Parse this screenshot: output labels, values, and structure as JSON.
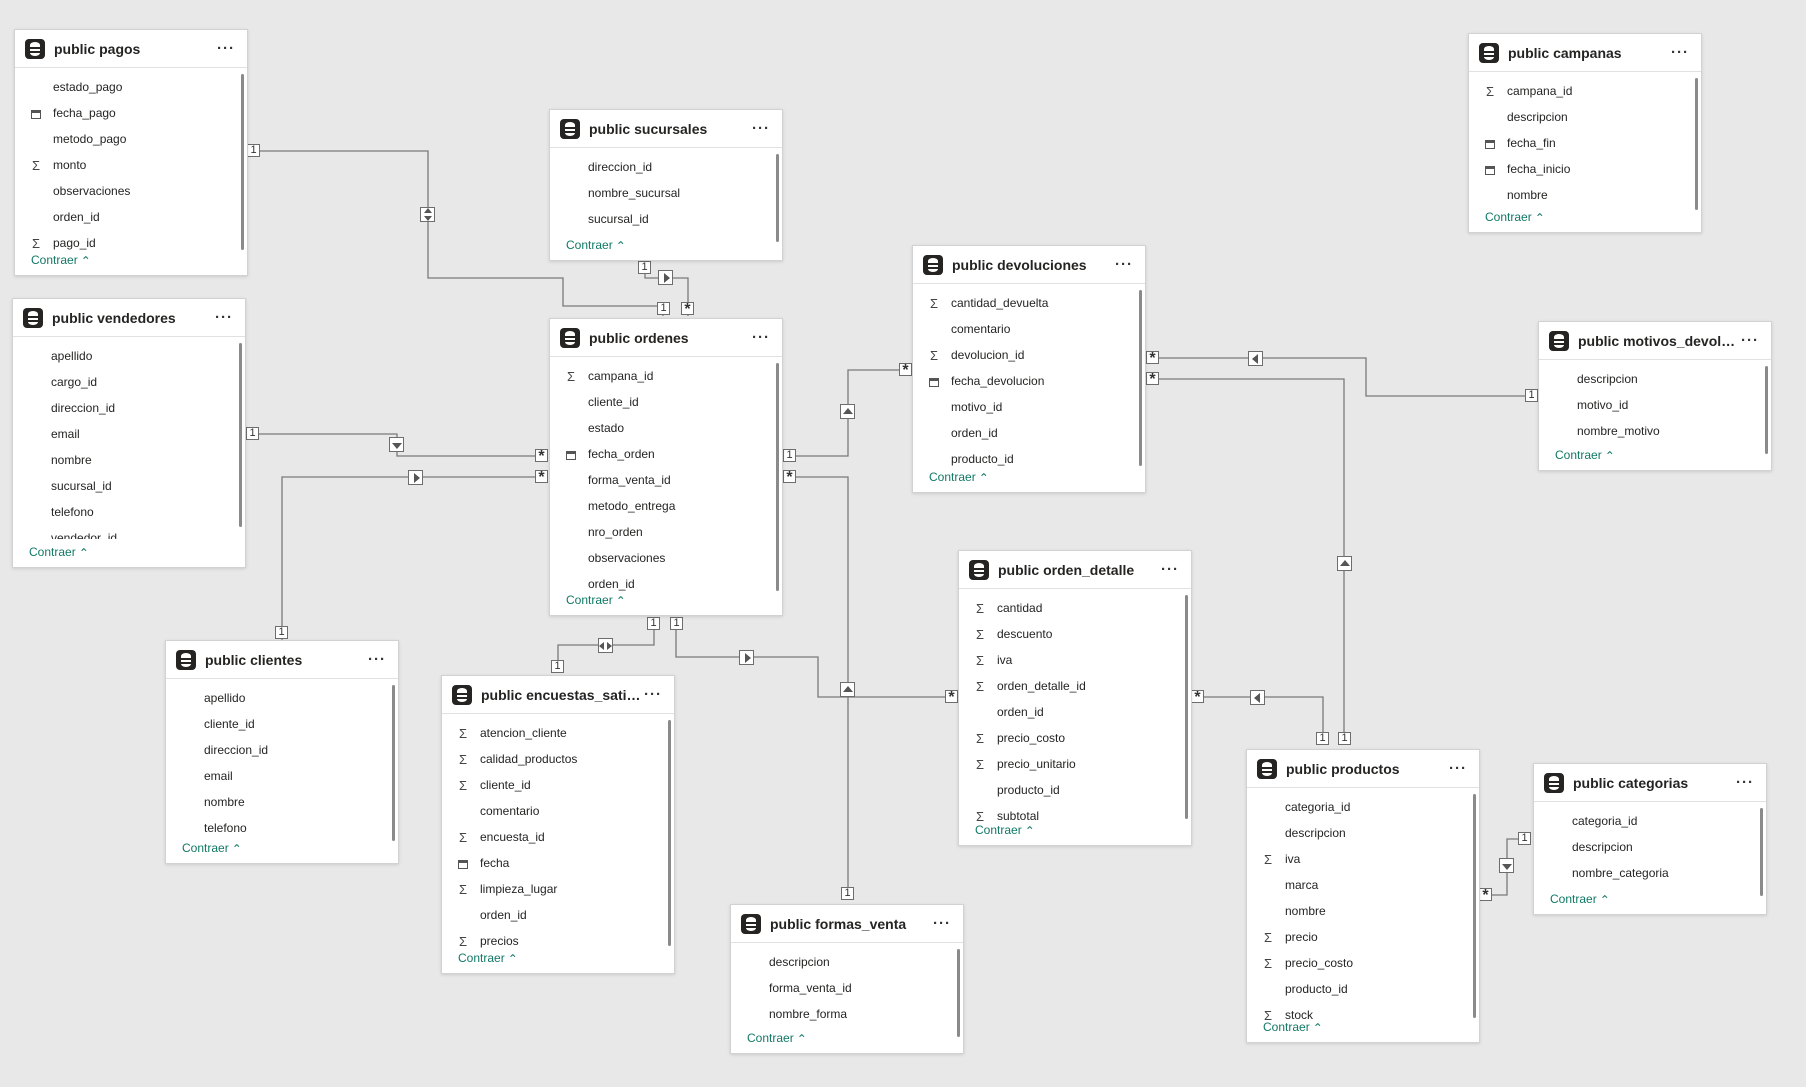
{
  "diagram": {
    "collapse_label": "Contraer",
    "more_label": "···",
    "tables": [
      {
        "id": "pagos",
        "title": "public pagos",
        "fields": [
          {
            "name": "estado_pago",
            "type": "text"
          },
          {
            "name": "fecha_pago",
            "type": "date"
          },
          {
            "name": "metodo_pago",
            "type": "text"
          },
          {
            "name": "monto",
            "type": "sum"
          },
          {
            "name": "observaciones",
            "type": "text"
          },
          {
            "name": "orden_id",
            "type": "text"
          },
          {
            "name": "pago_id",
            "type": "sum"
          }
        ]
      },
      {
        "id": "vendedores",
        "title": "public vendedores",
        "fields": [
          {
            "name": "apellido",
            "type": "text"
          },
          {
            "name": "cargo_id",
            "type": "text"
          },
          {
            "name": "direccion_id",
            "type": "text"
          },
          {
            "name": "email",
            "type": "text"
          },
          {
            "name": "nombre",
            "type": "text"
          },
          {
            "name": "sucursal_id",
            "type": "text"
          },
          {
            "name": "telefono",
            "type": "text"
          },
          {
            "name": "vendedor_id",
            "type": "text"
          }
        ]
      },
      {
        "id": "clientes",
        "title": "public clientes",
        "fields": [
          {
            "name": "apellido",
            "type": "text"
          },
          {
            "name": "cliente_id",
            "type": "text"
          },
          {
            "name": "direccion_id",
            "type": "text"
          },
          {
            "name": "email",
            "type": "text"
          },
          {
            "name": "nombre",
            "type": "text"
          },
          {
            "name": "telefono",
            "type": "text"
          }
        ]
      },
      {
        "id": "sucursales",
        "title": "public sucursales",
        "fields": [
          {
            "name": "direccion_id",
            "type": "text"
          },
          {
            "name": "nombre_sucursal",
            "type": "text"
          },
          {
            "name": "sucursal_id",
            "type": "text"
          }
        ]
      },
      {
        "id": "ordenes",
        "title": "public ordenes",
        "fields": [
          {
            "name": "campana_id",
            "type": "sum"
          },
          {
            "name": "cliente_id",
            "type": "text"
          },
          {
            "name": "estado",
            "type": "text"
          },
          {
            "name": "fecha_orden",
            "type": "date"
          },
          {
            "name": "forma_venta_id",
            "type": "text"
          },
          {
            "name": "metodo_entrega",
            "type": "text"
          },
          {
            "name": "nro_orden",
            "type": "text"
          },
          {
            "name": "observaciones",
            "type": "text"
          },
          {
            "name": "orden_id",
            "type": "text"
          }
        ]
      },
      {
        "id": "encuestas",
        "title": "public encuestas_satisfa...",
        "fields": [
          {
            "name": "atencion_cliente",
            "type": "sum"
          },
          {
            "name": "calidad_productos",
            "type": "sum"
          },
          {
            "name": "cliente_id",
            "type": "sum"
          },
          {
            "name": "comentario",
            "type": "text"
          },
          {
            "name": "encuesta_id",
            "type": "sum"
          },
          {
            "name": "fecha",
            "type": "date"
          },
          {
            "name": "limpieza_lugar",
            "type": "sum"
          },
          {
            "name": "orden_id",
            "type": "text"
          },
          {
            "name": "precios",
            "type": "sum"
          }
        ]
      },
      {
        "id": "devoluciones",
        "title": "public devoluciones",
        "fields": [
          {
            "name": "cantidad_devuelta",
            "type": "sum"
          },
          {
            "name": "comentario",
            "type": "text"
          },
          {
            "name": "devolucion_id",
            "type": "sum"
          },
          {
            "name": "fecha_devolucion",
            "type": "date"
          },
          {
            "name": "motivo_id",
            "type": "text"
          },
          {
            "name": "orden_id",
            "type": "text"
          },
          {
            "name": "producto_id",
            "type": "text"
          }
        ]
      },
      {
        "id": "orden_detalle",
        "title": "public orden_detalle",
        "fields": [
          {
            "name": "cantidad",
            "type": "sum"
          },
          {
            "name": "descuento",
            "type": "sum"
          },
          {
            "name": "iva",
            "type": "sum"
          },
          {
            "name": "orden_detalle_id",
            "type": "sum"
          },
          {
            "name": "orden_id",
            "type": "text"
          },
          {
            "name": "precio_costo",
            "type": "sum"
          },
          {
            "name": "precio_unitario",
            "type": "sum"
          },
          {
            "name": "producto_id",
            "type": "text"
          },
          {
            "name": "subtotal",
            "type": "sum"
          }
        ]
      },
      {
        "id": "formas_venta",
        "title": "public formas_venta",
        "fields": [
          {
            "name": "descripcion",
            "type": "text"
          },
          {
            "name": "forma_venta_id",
            "type": "text"
          },
          {
            "name": "nombre_forma",
            "type": "text"
          }
        ]
      },
      {
        "id": "campanas",
        "title": "public campanas",
        "fields": [
          {
            "name": "campana_id",
            "type": "sum"
          },
          {
            "name": "descripcion",
            "type": "text"
          },
          {
            "name": "fecha_fin",
            "type": "date"
          },
          {
            "name": "fecha_inicio",
            "type": "date"
          },
          {
            "name": "nombre",
            "type": "text"
          }
        ]
      },
      {
        "id": "motivos",
        "title": "public motivos_devoluc...",
        "fields": [
          {
            "name": "descripcion",
            "type": "text"
          },
          {
            "name": "motivo_id",
            "type": "text"
          },
          {
            "name": "nombre_motivo",
            "type": "text"
          }
        ]
      },
      {
        "id": "productos",
        "title": "public productos",
        "fields": [
          {
            "name": "categoria_id",
            "type": "text"
          },
          {
            "name": "descripcion",
            "type": "text"
          },
          {
            "name": "iva",
            "type": "sum"
          },
          {
            "name": "marca",
            "type": "text"
          },
          {
            "name": "nombre",
            "type": "text"
          },
          {
            "name": "precio",
            "type": "sum"
          },
          {
            "name": "precio_costo",
            "type": "sum"
          },
          {
            "name": "producto_id",
            "type": "text"
          },
          {
            "name": "stock",
            "type": "sum"
          }
        ]
      },
      {
        "id": "categorias",
        "title": "public categorias",
        "fields": [
          {
            "name": "categoria_id",
            "type": "text"
          },
          {
            "name": "descripcion",
            "type": "text"
          },
          {
            "name": "nombre_categoria",
            "type": "text"
          }
        ]
      }
    ],
    "relationships": [
      {
        "from": "pagos",
        "to": "ordenes",
        "from_card": "1",
        "to_card": "1",
        "direction": "both-v"
      },
      {
        "from": "sucursales",
        "to": "ordenes",
        "from_card": "1",
        "to_card": "*",
        "direction": "right"
      },
      {
        "from": "vendedores",
        "to": "ordenes",
        "from_card": "1",
        "to_card": "*",
        "direction": "down"
      },
      {
        "from": "clientes",
        "to": "ordenes",
        "from_card": "1",
        "to_card": "*",
        "direction": "right"
      },
      {
        "from": "ordenes",
        "to": "devoluciones",
        "from_card": "1",
        "to_card": "*",
        "direction": "up"
      },
      {
        "from": "ordenes",
        "to": "encuestas",
        "from_card": "1",
        "to_card": "1",
        "direction": "both-h"
      },
      {
        "from": "ordenes",
        "to": "orden_detalle",
        "from_card": "1",
        "to_card": "*",
        "direction": "right"
      },
      {
        "from": "formas_venta",
        "to": "ordenes",
        "from_card": "1",
        "to_card": "*",
        "direction": "up"
      },
      {
        "from": "motivos",
        "to": "devoluciones",
        "from_card": "1",
        "to_card": "*",
        "direction": "left"
      },
      {
        "from": "productos",
        "to": "devoluciones",
        "from_card": "1",
        "to_card": "*",
        "direction": "up"
      },
      {
        "from": "productos",
        "to": "orden_detalle",
        "from_card": "1",
        "to_card": "*",
        "direction": "left"
      },
      {
        "from": "categorias",
        "to": "productos",
        "from_card": "1",
        "to_card": "*",
        "direction": "down"
      }
    ]
  }
}
